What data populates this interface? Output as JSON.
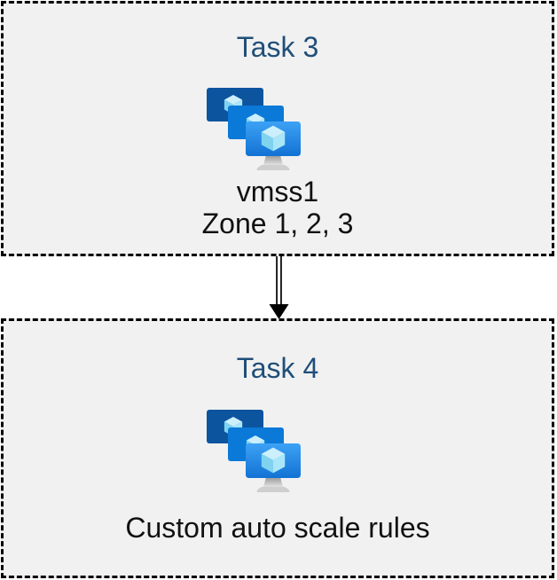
{
  "diagram": {
    "tasks": [
      {
        "title": "Task 3",
        "icon": "vm-scale-set-icon",
        "lines": [
          "vmss1",
          "Zone 1, 2, 3"
        ]
      },
      {
        "title": "Task 4",
        "icon": "vm-scale-set-icon",
        "lines": [
          "Custom auto scale rules"
        ]
      }
    ],
    "connector": {
      "shape": "double-line-arrow",
      "direction": "down"
    },
    "colors": {
      "box_fill": "#f1f1f1",
      "border": "#000000",
      "title": "#1f4e79",
      "text": "#111111",
      "icon_back_screen": "#0d549f",
      "icon_middle_screen": "#0b79d7",
      "icon_front_screen_top": "#3da2f5",
      "icon_front_screen_bottom": "#1272d4",
      "icon_cube_top": "#cbeffb",
      "icon_cube_left": "#7fd3ef",
      "icon_cube_right": "#a9e6f8",
      "icon_stand_dark": "#979797",
      "icon_stand_light": "#e2e2e2"
    }
  }
}
